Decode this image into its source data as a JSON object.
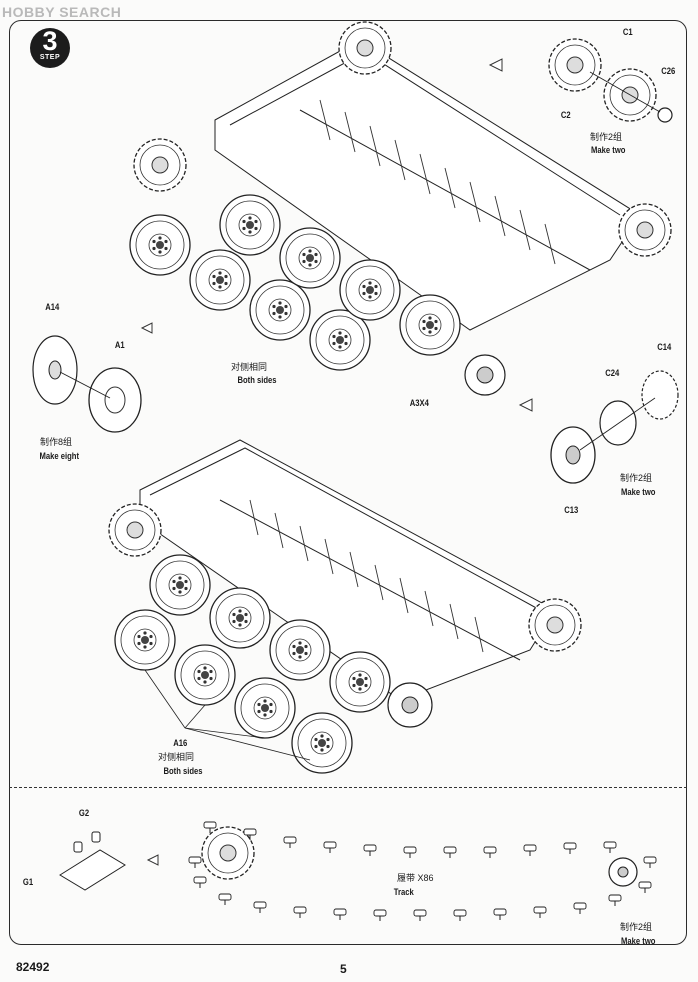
{
  "watermark": "HOBBY SEARCH",
  "step": {
    "number": "3",
    "label": "STEP"
  },
  "parts": {
    "c1": "C1",
    "c2": "C2",
    "c26": "C26",
    "a14": "A14",
    "a1": "A1",
    "a3x4": "A3X4",
    "c14": "C14",
    "c24": "C24",
    "c13": "C13",
    "a16": "A16",
    "g2": "G2",
    "g1": "G1"
  },
  "notes": {
    "make_two_cn": "制作2组",
    "make_two_en": "Make two",
    "make_eight_cn": "制作8组",
    "make_eight_en": "Make eight",
    "both_sides_cn": "对侧相同",
    "both_sides_en": "Both sides",
    "track_cn": "履带 X86",
    "track_en": "Track"
  },
  "footer": {
    "catalog": "82492",
    "page": "5"
  }
}
